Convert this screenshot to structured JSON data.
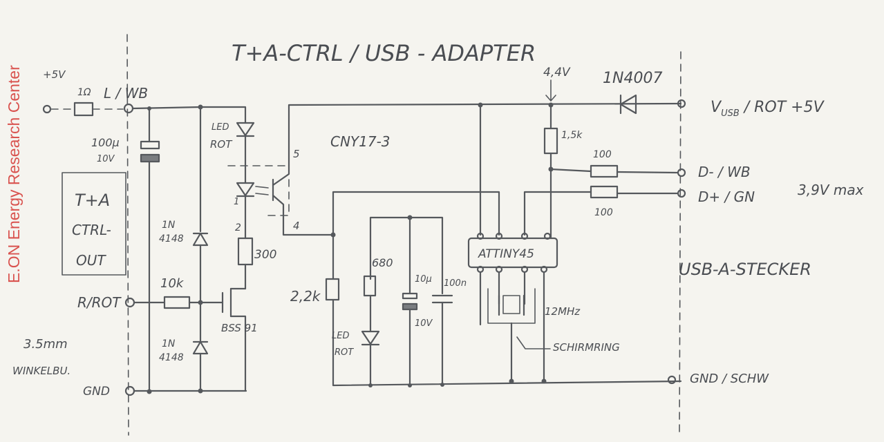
{
  "watermark": "E.ON Energy Research Center",
  "title": "T+A-CTRL / USB - ADAPTER",
  "labels": {
    "plus5v": "+5V",
    "r_in_top": "1Ω",
    "l_wb": "L / WB",
    "c_in_val": "100µ",
    "c_in_volt": "10V",
    "box_line1": "T+A",
    "box_line2": "CTRL-",
    "box_line3": "OUT",
    "led_line1": "LED",
    "led_line2": "ROT",
    "opto": "CNY17-3",
    "pin5": "5",
    "pin4": "4",
    "pin1": "1",
    "pin2": "2",
    "diode1_line1": "1N",
    "diode1_line2": "4148",
    "r300": "300",
    "r10k": "10k",
    "r_rot": "R/ROT",
    "fet": "BSS 91",
    "diode2_line1": "1N",
    "diode2_line2": "4148",
    "jack_line1": "3.5mm",
    "jack_line2": "WINKELBU.",
    "gnd_left": "GND",
    "r22k": "2,2k",
    "r680": "680",
    "cap10u": "10µ",
    "cap10u_volt": "10V",
    "cap100n": "100n",
    "led2_line1": "LED",
    "led2_line2": "ROT",
    "mcu": "ATTINY45",
    "xtal": "12MHz",
    "shield": "SCHIRMRING",
    "v44": "4,4V",
    "diode_main": "1N4007",
    "r15k": "1,5k",
    "r100_top": "100",
    "r100_bot": "100",
    "vusb_main": "V",
    "vusb_sub": "USB",
    "vusb_rest": " / ROT +5V",
    "d_minus": "D- / WB",
    "d_plus": "D+ / GN",
    "d_max": "3,9V max",
    "usb_plug": "USB-A-STECKER",
    "gnd_right": "GND / SCHW"
  }
}
